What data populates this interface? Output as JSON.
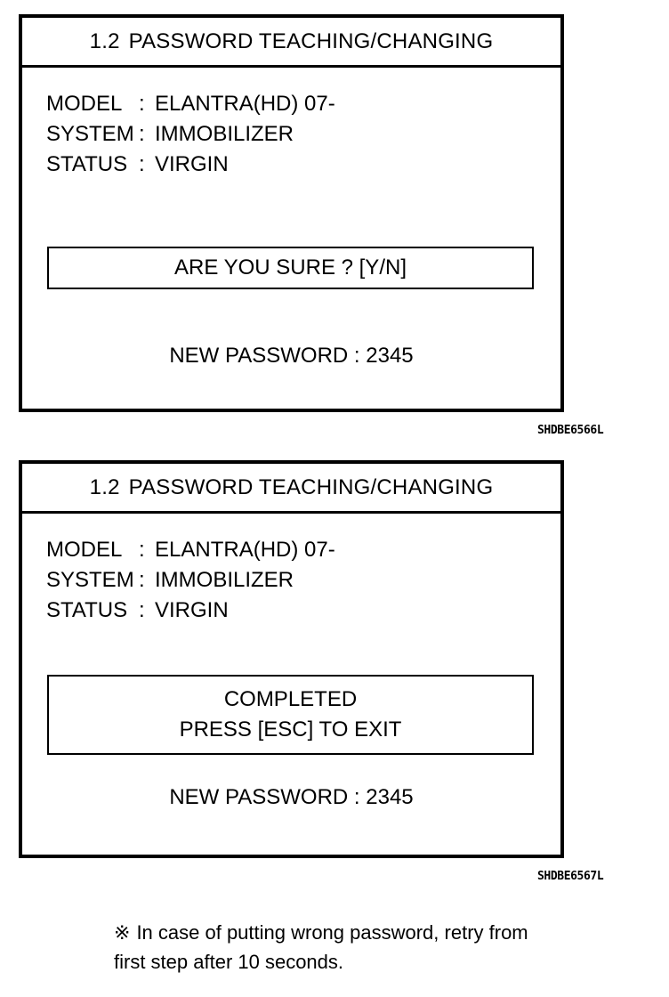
{
  "document": {
    "background_color": "#ffffff",
    "ink_color": "#000000"
  },
  "panels": [
    {
      "title_number": "1.2",
      "title_text": "PASSWORD TEACHING/CHANGING",
      "info_rows": [
        {
          "label": "MODEL",
          "colon": ":",
          "value": "ELANTRA(HD)  07-"
        },
        {
          "label": "SYSTEM",
          "colon": ":",
          "value": "IMMOBILIZER"
        },
        {
          "label": "STATUS",
          "colon": ":",
          "value": "VIRGIN"
        }
      ],
      "message_lines": [
        "ARE YOU SURE ? [Y/N]"
      ],
      "password_line": "NEW PASSWORD :  2345",
      "caption": "SHDBE6566L"
    },
    {
      "title_number": "1.2",
      "title_text": "PASSWORD TEACHING/CHANGING",
      "info_rows": [
        {
          "label": "MODEL",
          "colon": ":",
          "value": "ELANTRA(HD)  07-"
        },
        {
          "label": "SYSTEM",
          "colon": ":",
          "value": "IMMOBILIZER"
        },
        {
          "label": "STATUS",
          "colon": ":",
          "value": "VIRGIN"
        }
      ],
      "message_lines": [
        "COMPLETED",
        "PRESS [ESC] TO EXIT"
      ],
      "password_line": "NEW PASSWORD : 2345",
      "caption": "SHDBE6567L"
    }
  ],
  "footnote": {
    "mark": "※",
    "line1": "In case of putting wrong password, retry from",
    "line2": "first step after 10 seconds."
  }
}
